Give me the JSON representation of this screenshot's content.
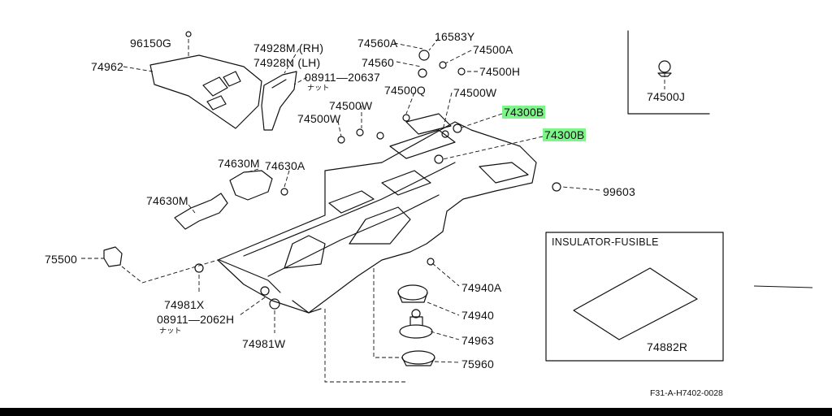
{
  "labels": {
    "p96150G": "96150G",
    "p74962": "74962",
    "p74928M": "74928M (RH)",
    "p74928N": "74928N (LH)",
    "p08911_20637": "08911—20637",
    "nut_1": "ナット",
    "p74560A": "74560A",
    "p16583Y": "16583Y",
    "p74500A": "74500A",
    "p74560": "74560",
    "p74500H": "74500H",
    "p74500Q": "74500Q",
    "p74500W_a": "74500W",
    "p74500W_b": "74500W",
    "p74500W_c": "74500W",
    "p74300B_a": "74300B",
    "p74300B_b": "74300B",
    "p74500J": "74500J",
    "p74630M_a": "74630M",
    "p74630A": "74630A",
    "p74630M_b": "74630M",
    "p99603": "99603",
    "p75500": "75500",
    "p74981X": "74981X",
    "p08911_2062H": "08911—2062H",
    "nut_2": "ナット",
    "p74981W": "74981W",
    "p74940A": "74940A",
    "p74940": "74940",
    "p74963": "74963",
    "p75960": "75960",
    "p74882R": "74882R"
  },
  "inset": {
    "title": "INSULATOR-FUSIBLE"
  },
  "drawing_code": "F31-A-H7402-0028",
  "highlight_color": "#7df58a"
}
